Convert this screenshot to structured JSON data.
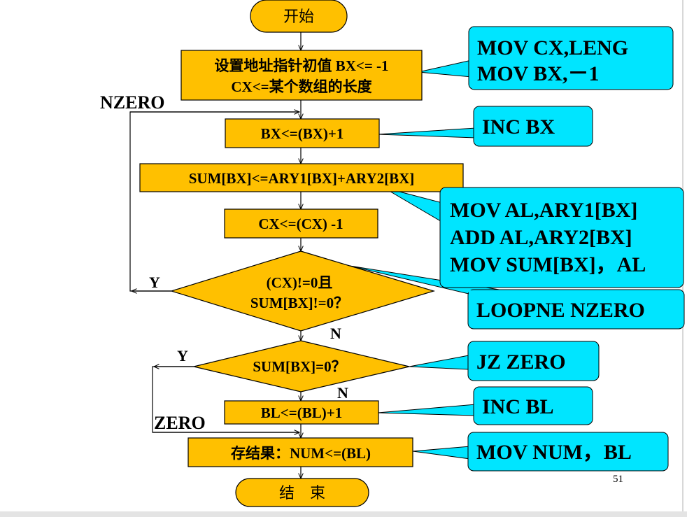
{
  "slide_number": "51",
  "colors": {
    "box_fill": "#FFC000",
    "callout_fill": "#00E5FF",
    "line": "#000000"
  },
  "nodes": {
    "start": "开始",
    "init_line1": "设置地址指针初值 BX<= -1",
    "init_line2": "CX<=某个数组的长度",
    "inc_bx": "BX<=(BX)+1",
    "sum": "SUM[BX]<=ARY1[BX]+ARY2[BX]",
    "dec_cx": "CX<=(CX) -1",
    "cond1_line1": "(CX)!=0且",
    "cond1_line2": "SUM[BX]!=0？",
    "cond2": "SUM[BX]=0？",
    "inc_bl": "BL<=(BL)+1",
    "store": "存结果：NUM<=(BL)",
    "end": "结　束"
  },
  "labels": {
    "nzero": "NZERO",
    "zero": "ZERO",
    "y1": "Y",
    "n1": "N",
    "y2": "Y",
    "n2": "N"
  },
  "callouts": {
    "init_line1": "MOV CX,LENG",
    "init_line2": "MOV BX,－1",
    "inc_bx": "INC BX",
    "sum_line1": "MOV AL,ARY1[BX]",
    "sum_line2": "ADD AL,ARY2[BX]",
    "sum_line3": "MOV SUM[BX]，AL",
    "loop": "LOOPNE NZERO",
    "jz": "JZ  ZERO",
    "inc_bl": "INC BL",
    "mov_num": "MOV NUM，BL"
  }
}
